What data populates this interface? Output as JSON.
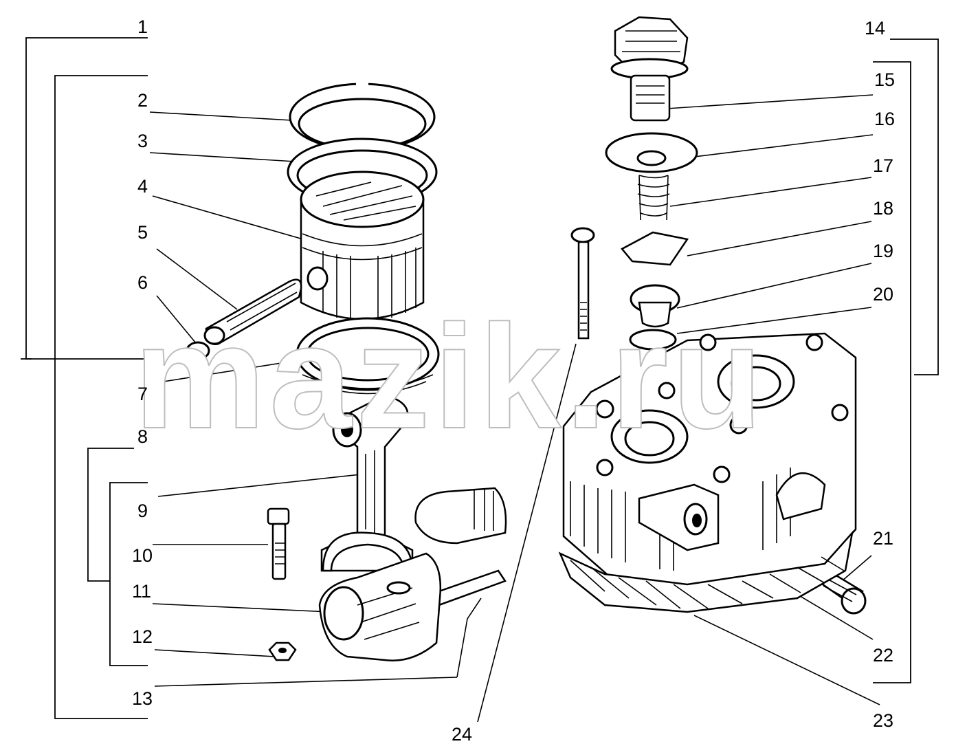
{
  "diagram": {
    "watermark": "mazik.ru",
    "callouts": [
      "1",
      "2",
      "3",
      "4",
      "5",
      "6",
      "7",
      "8",
      "9",
      "10",
      "11",
      "12",
      "13",
      "14",
      "15",
      "16",
      "17",
      "18",
      "19",
      "20",
      "21",
      "22",
      "23",
      "24"
    ]
  }
}
